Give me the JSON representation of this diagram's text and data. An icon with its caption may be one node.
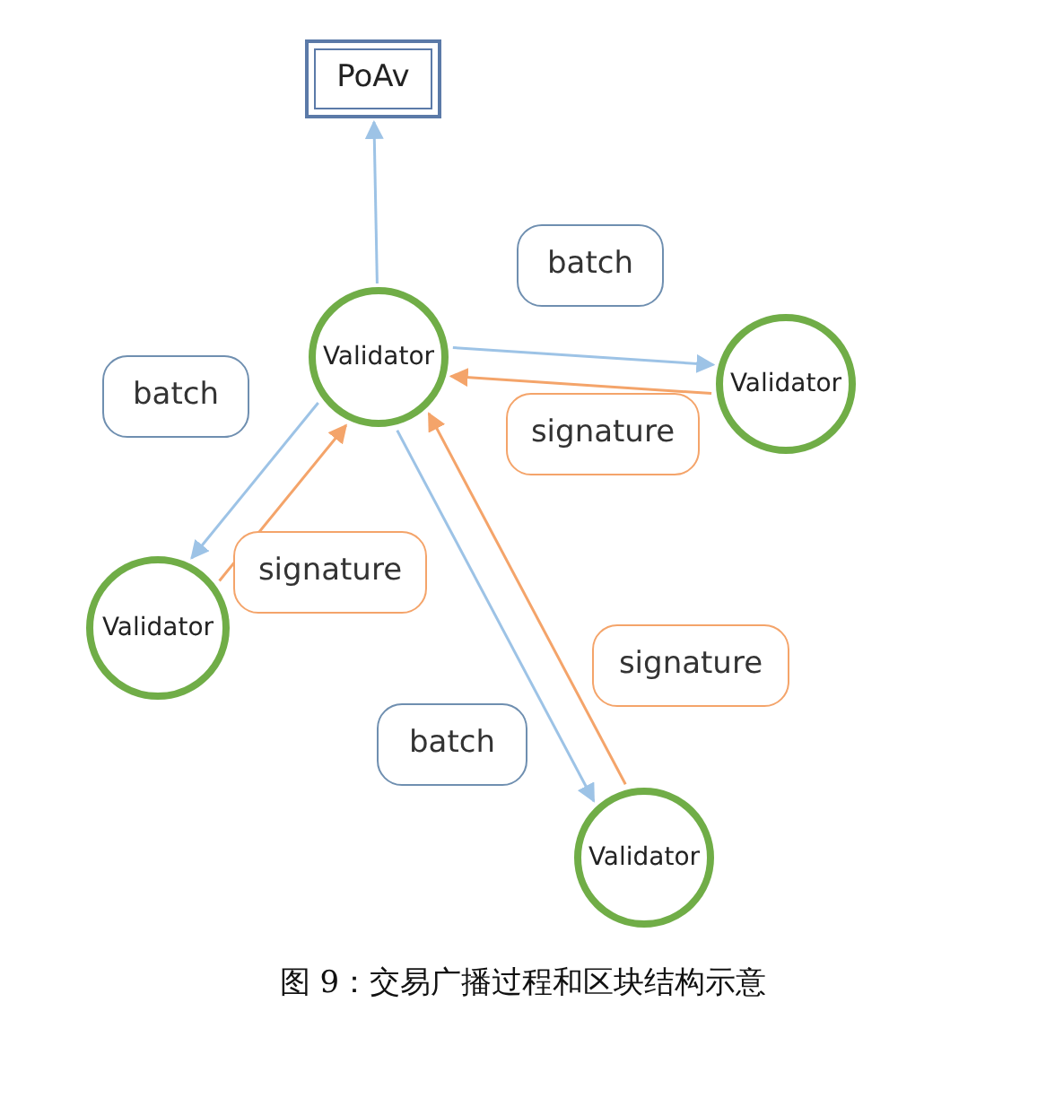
{
  "diagram": {
    "caption": "图 9：交易广播过程和区块结构示意",
    "nodes": [
      {
        "text": [
          "PoAv"
        ]
      },
      {
        "text": [
          "Validator"
        ]
      },
      {
        "text": [
          "Validator"
        ]
      },
      {
        "text": [
          "Validator"
        ]
      },
      {
        "text": [
          "Validator"
        ]
      }
    ],
    "edges": [
      {
        "from": 1,
        "to": 0,
        "arrow": "to"
      },
      {
        "from": 1,
        "to": 2,
        "arrow": "to",
        "label": "batch"
      },
      {
        "from": 2,
        "to": 1,
        "arrow": "to",
        "label": "signature",
        "color": "#f4a46a"
      },
      {
        "from": 1,
        "to": 3,
        "arrow": "to",
        "label": "batch"
      },
      {
        "from": 3,
        "to": 1,
        "arrow": "to",
        "label": "signature",
        "color": "#f4a46a"
      },
      {
        "from": 1,
        "to": 4,
        "arrow": "to",
        "label": "batch"
      },
      {
        "from": 4,
        "to": 1,
        "arrow": "to",
        "label": "signature",
        "color": "#f4a46a"
      }
    ]
  }
}
